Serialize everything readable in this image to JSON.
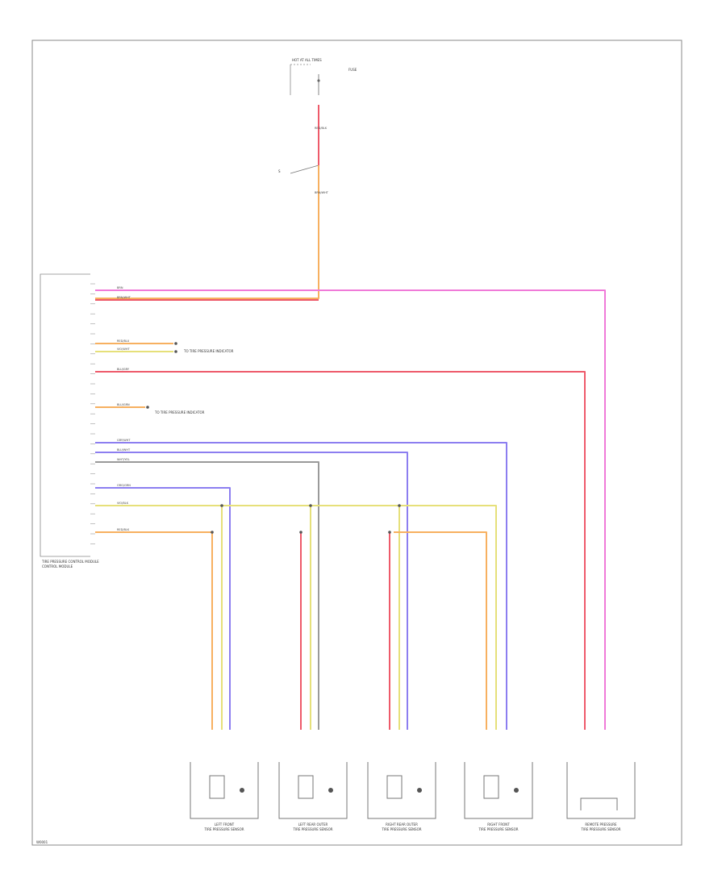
{
  "diagram": {
    "fuse_label": "HOT AT ALL TIMES",
    "fuse_detail": "FUSE",
    "switch_label": "S",
    "module_label": "TIRE PRESSURE CONTROL MODULE",
    "module_label_line2": "CONTROL MODULE",
    "ground_note_1": "TO TIRE PRESSURE INDICATOR",
    "ground_note_2": "TO TIRE PRESSURE INDICATOR",
    "diagram_id": "W0001",
    "wire_tags": [
      "RED/BLK",
      "BRN",
      "BRN/WHT",
      "RED/BLU",
      "VIO/WHT",
      "BLU/GRY",
      "BLU/GRN",
      "GRY/WHT",
      "BLU/WHT",
      "WHT/YEL",
      "ORG/GRN",
      "VIO/BLK"
    ],
    "colors": {
      "pink": "#f07ad8",
      "red": "#ee5a6a",
      "orange": "#f7b060",
      "yellow": "#e6e07a",
      "blue": "#8c7ef0",
      "gray": "#9a9a9a",
      "dark": "#555555"
    },
    "sensors": [
      {
        "name": "LEFT FRONT",
        "caption": "TIRE PRESSURE SENSOR"
      },
      {
        "name": "LEFT REAR OUTER",
        "caption": "TIRE PRESSURE SENSOR"
      },
      {
        "name": "RIGHT REAR OUTER",
        "caption": "TIRE PRESSURE SENSOR"
      },
      {
        "name": "RIGHT FRONT",
        "caption": "TIRE PRESSURE SENSOR"
      },
      {
        "name": "REMOTE PRESSURE",
        "caption": "TIRE PRESSURE SENSOR"
      }
    ]
  }
}
